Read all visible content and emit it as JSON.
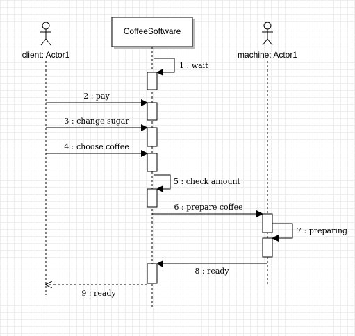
{
  "participants": {
    "client": {
      "label": "client: Actor1",
      "kind": "actor"
    },
    "software": {
      "label": "CoffeeSoftware",
      "kind": "object"
    },
    "machine": {
      "label": "machine: Actor1",
      "kind": "actor"
    }
  },
  "messages": [
    {
      "label": "1 : wait",
      "from": "software",
      "to": "software",
      "style": "sync"
    },
    {
      "label": "2 : pay",
      "from": "client",
      "to": "software",
      "style": "sync"
    },
    {
      "label": "3 : change sugar",
      "from": "client",
      "to": "software",
      "style": "sync"
    },
    {
      "label": "4 : choose coffee",
      "from": "client",
      "to": "software",
      "style": "sync"
    },
    {
      "label": "5 : check amount",
      "from": "software",
      "to": "software",
      "style": "sync"
    },
    {
      "label": "6 : prepare coffee",
      "from": "software",
      "to": "machine",
      "style": "sync"
    },
    {
      "label": "7 : preparing",
      "from": "machine",
      "to": "machine",
      "style": "sync"
    },
    {
      "label": "8 : ready",
      "from": "machine",
      "to": "software",
      "style": "sync"
    },
    {
      "label": "9 : ready",
      "from": "software",
      "to": "client",
      "style": "return"
    }
  ]
}
